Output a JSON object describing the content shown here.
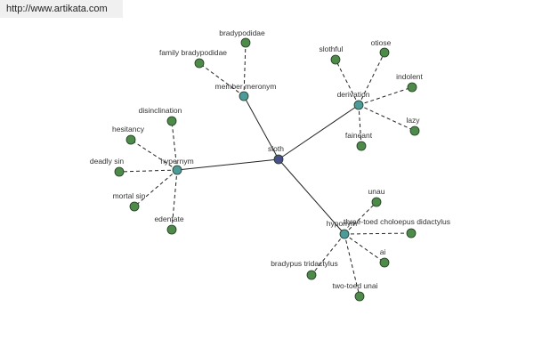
{
  "watermark": "http://www.artikata.com",
  "colors": {
    "root": "#4a4f8a",
    "relation": "#4e9a9a",
    "leaf": "#4e8a4a",
    "stroke": "#1f3a1f"
  },
  "graph": {
    "root": {
      "id": "sloth",
      "label": "sloth"
    },
    "relations": [
      {
        "id": "member-meronym",
        "label": "member meronym",
        "children": [
          "bradypodidae",
          "family bradypodidae"
        ]
      },
      {
        "id": "derivation",
        "label": "derivation",
        "children": [
          "slothful",
          "otiose",
          "indolent",
          "lazy",
          "faineant"
        ]
      },
      {
        "id": "hypernym",
        "label": "hypernym",
        "children": [
          "disinclination",
          "hesitancy",
          "deadly sin",
          "mortal sin",
          "edentate"
        ]
      },
      {
        "id": "hyponym",
        "label": "hyponym",
        "children": [
          "unau",
          "three-toed choloepus didactylus",
          "ai",
          "two-toed unai",
          "bradypus tridactylus"
        ]
      }
    ]
  }
}
